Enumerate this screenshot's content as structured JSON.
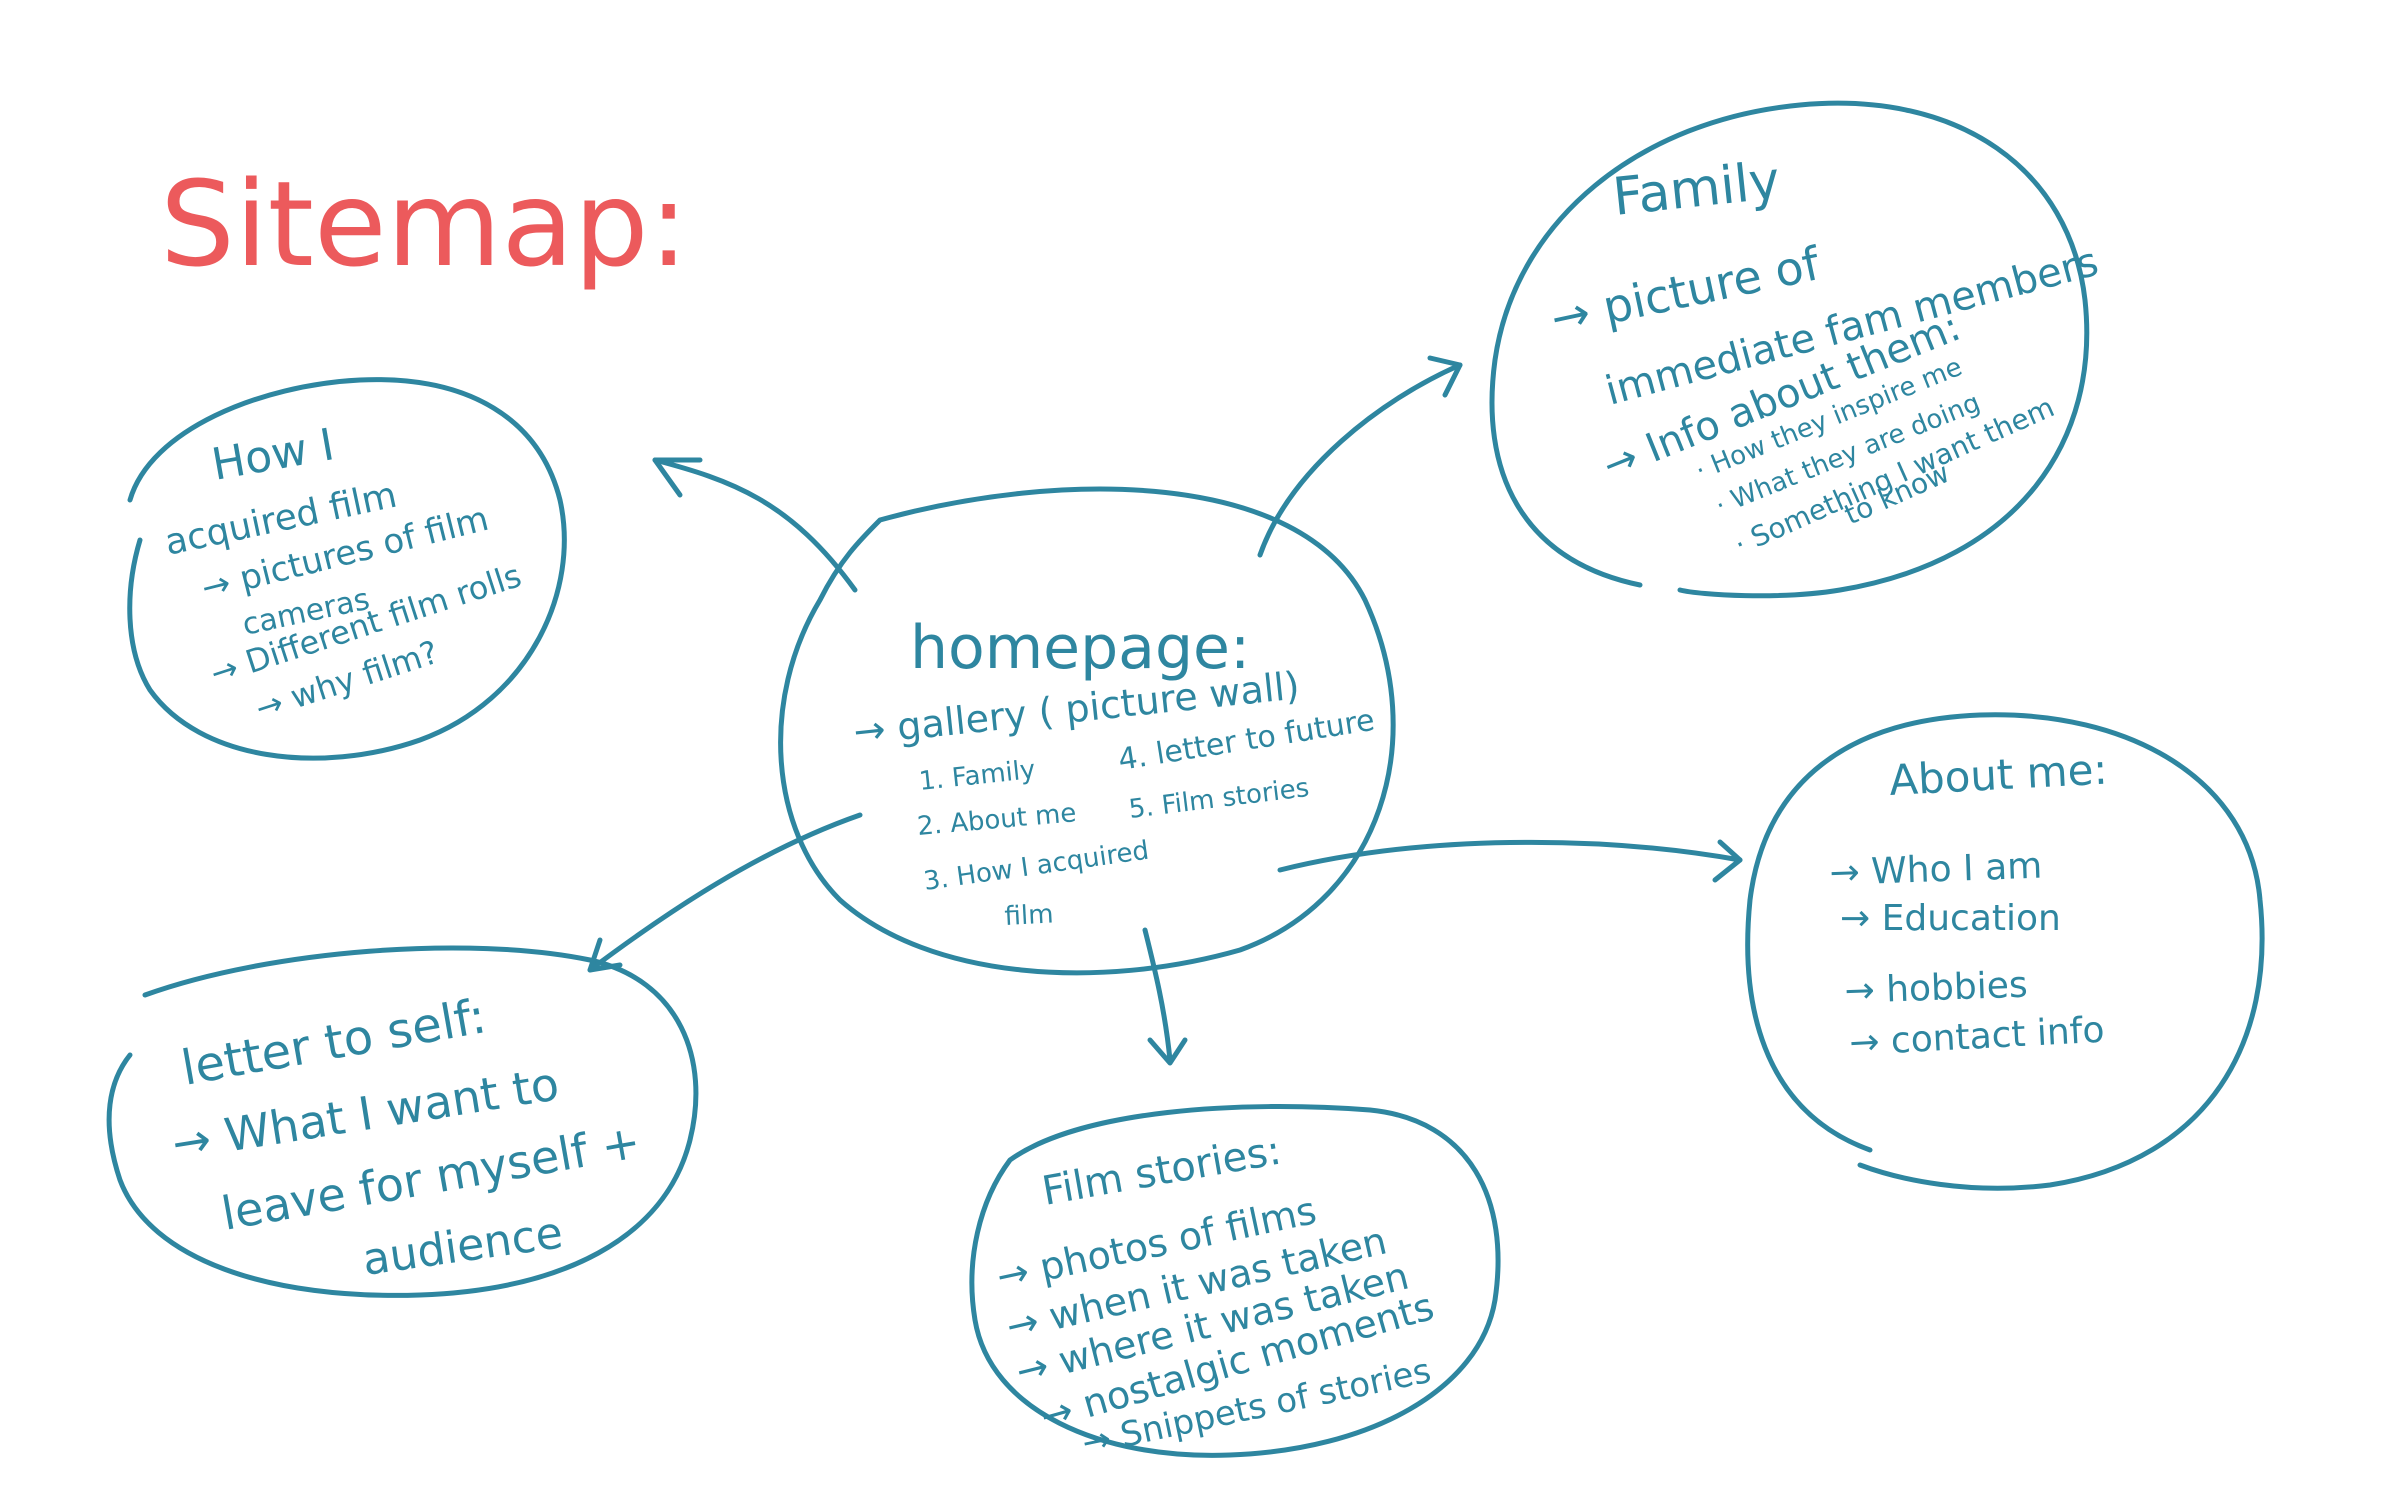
{
  "colors": {
    "ink": "#2e86a0",
    "title": "#ec5a5c",
    "background": "#ffffff"
  },
  "title": "Sitemap:",
  "homepage": {
    "title": "homepage:",
    "subtitle": "→ gallery ( picture wall)",
    "items_left": [
      "1. Family",
      "2. About me",
      "3. How I acquired",
      "film"
    ],
    "items_right": [
      "4. letter to future",
      "5. Film stories"
    ]
  },
  "family": {
    "title": "Family",
    "lines": [
      "→ picture of",
      "immediate fam members",
      "→ Info about them:",
      "· How they inspire me",
      "· What they are doing",
      "· Something I want them",
      "to know"
    ]
  },
  "how_i_acquired_film": {
    "title": "How I",
    "lines": [
      "acquired film",
      "→ pictures of film",
      "cameras",
      "→ Different film rolls",
      "→ why film?"
    ]
  },
  "about_me": {
    "title": "About me:",
    "lines": [
      "→ Who I am",
      "→ Education",
      "→ hobbies",
      "→ contact info"
    ]
  },
  "letter_to_self": {
    "title": "letter to self:",
    "lines": [
      "→ What I want to",
      "leave for myself +",
      "audience"
    ]
  },
  "film_stories": {
    "title": "Film stories:",
    "lines": [
      "→ photos of films",
      "→ when it was taken",
      "→ where it was taken",
      "→ nostalgic moments",
      "→ Snippets of stories"
    ]
  }
}
